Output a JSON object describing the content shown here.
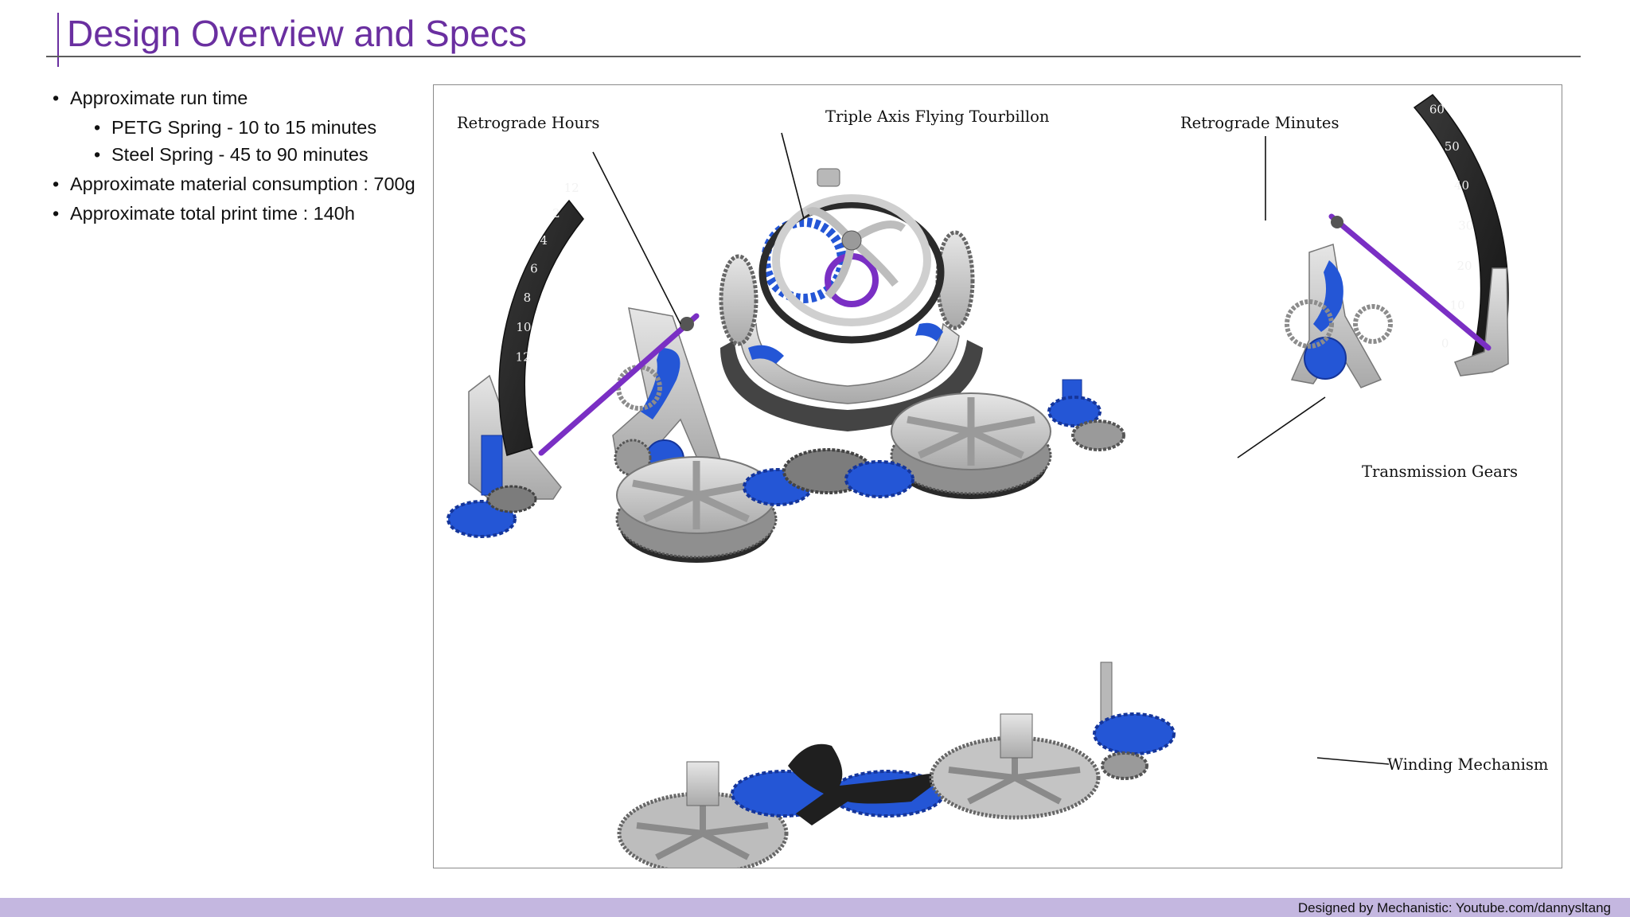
{
  "slide": {
    "title": "Design Overview and Specs"
  },
  "specs": {
    "run_time": "Approximate run time",
    "petg": "PETG Spring - 10 to 15 minutes",
    "steel": "Steel Spring - 45 to 90 minutes",
    "material": "Approximate material consumption : 700g",
    "print_time": "Approximate total print time : 140h",
    "bullet": "•"
  },
  "figure": {
    "label_hours": "Retrograde Hours",
    "label_tourbillon": "Triple Axis Flying Tourbillon",
    "label_minutes": "Retrograde Minutes",
    "label_transmission": "Transmission Gears",
    "label_winding": "Winding Mechanism",
    "hours_scale": [
      "12",
      "2",
      "4",
      "6",
      "8",
      "10",
      "12"
    ],
    "minutes_scale": [
      "60",
      "50",
      "40",
      "30",
      "20",
      "10",
      "0"
    ],
    "colors": {
      "steel": "#c9c9c9",
      "steel_dark": "#8c8c8c",
      "dial": "#222222",
      "blue": "#2456d6",
      "purple": "#7a2fc4"
    }
  },
  "footer": {
    "credit": "Designed by Mechanistic: Youtube.com/dannysltang"
  }
}
